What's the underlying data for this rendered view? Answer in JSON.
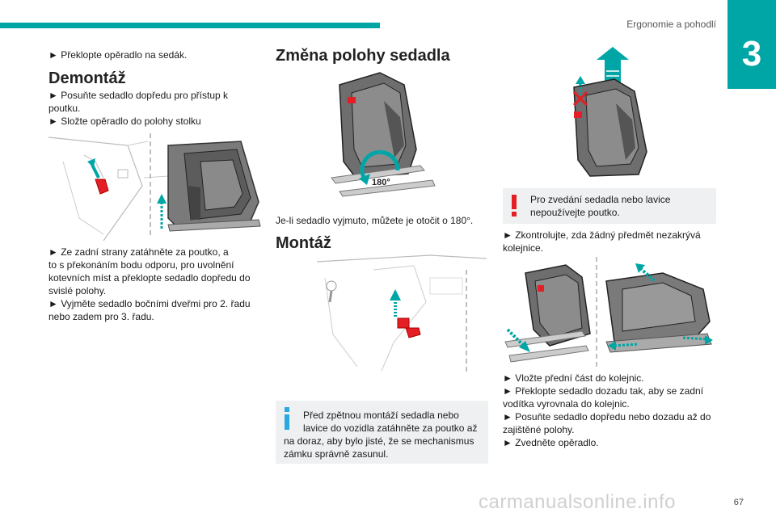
{
  "header": {
    "chapter_title": "Ergonomie a pohodlí",
    "chapter_number": "3",
    "accent_color": "#00a6a6"
  },
  "left_column": {
    "intro": "► Překlopte opěradlo na sedák.",
    "heading": "Demontáž",
    "steps_1": [
      "► Posuňte sedadlo dopředu pro přístup k",
      "poutku.",
      "► Složte opěradlo do polohy stolku"
    ],
    "steps_2": [
      "► Ze zadní strany zatáhněte za poutko, a",
      "to s překonáním bodu odporu, pro uvolnění",
      "kotevních míst a překlopte sedadlo dopředu do",
      "svislé polohy.",
      "► Vyjměte sedadlo bočními dveřmi pro 2. řadu",
      "nebo zadem pro 3. řadu."
    ]
  },
  "middle_column": {
    "heading_1": "Změna polohy sedadla",
    "rotation_label": "180°",
    "text_1": "Je-li sedadlo vyjmuto, můžete je otočit o 180°.",
    "heading_2": "Montáž",
    "info_note": [
      "Před zpětnou montáží sedadla nebo",
      "lavice do vozidla zatáhněte za poutko až",
      "na doraz, aby bylo jisté, že se mechanismus",
      "zámku správně zasunul."
    ]
  },
  "right_column": {
    "warning_note": [
      "Pro zvedání sedadla nebo lavice",
      "nepoužívejte poutko."
    ],
    "text_1": [
      "► Zkontrolujte, zda žádný předmět nezakrývá",
      "kolejnice."
    ],
    "text_2": [
      "► Vložte přední část do kolejnic.",
      "► Překlopte sedadlo dozadu tak, aby se zadní",
      "vodítka vyrovnala do kolejnic.",
      "► Posuňte sedadlo dopředu nebo dozadu až do",
      "zajištěné polohy.",
      "► Zvedněte opěradlo."
    ]
  },
  "footer": {
    "page_number": "67",
    "watermark": "carmanualsonline.info"
  }
}
